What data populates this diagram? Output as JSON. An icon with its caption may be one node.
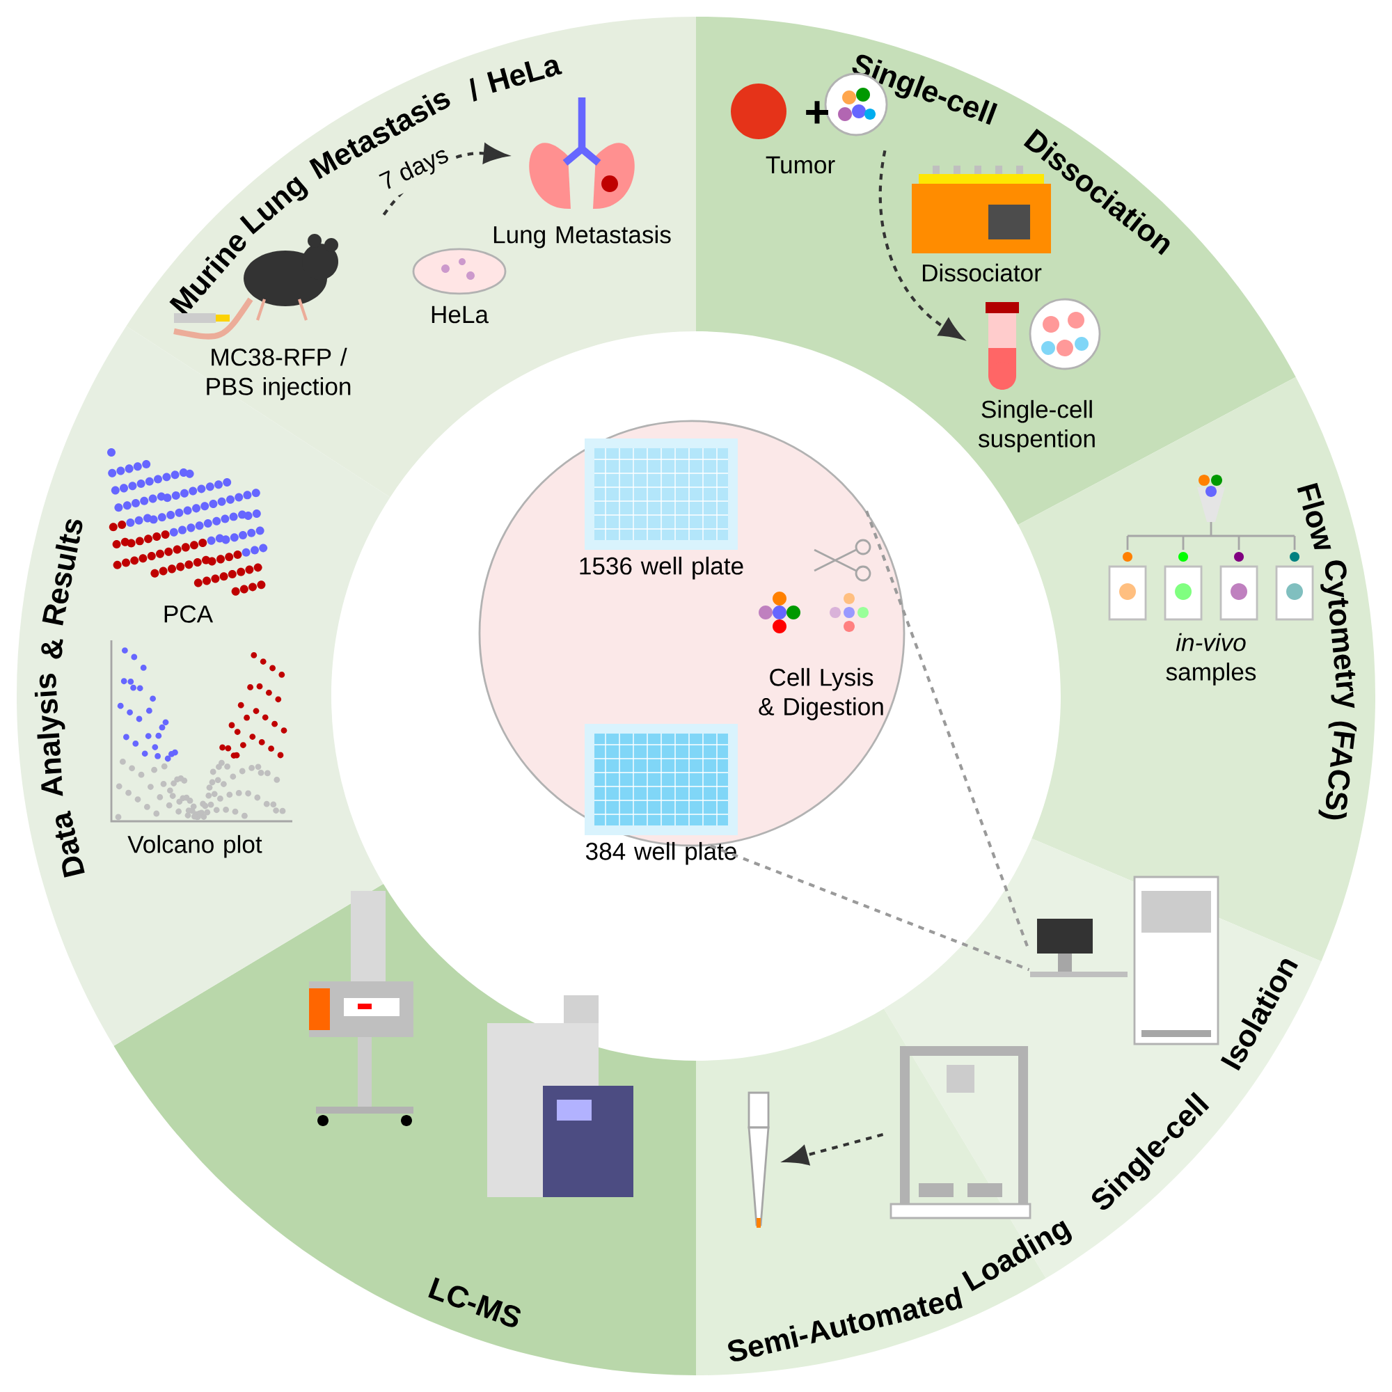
{
  "diagram": {
    "nodes": [
      {
        "text": [
          "Murine Lung Metastasis / HeLa"
        ]
      },
      {
        "text": [
          "MC38-RFP / PBS injection"
        ],
        "in": 0
      },
      {
        "text": [
          "Lung Metastasis"
        ],
        "in": 0
      },
      {
        "text": [
          "HeLa"
        ],
        "in": 0
      },
      {
        "text": [
          "Single-cell Dissociation"
        ]
      },
      {
        "text": [
          "Tumor"
        ],
        "in": 4
      },
      {
        "text": [
          "Dissociator"
        ],
        "in": 4
      },
      {
        "text": [
          "Single-cell suspention"
        ],
        "in": 4
      },
      {
        "text": [
          "Flow Cytometry (FACS)"
        ]
      },
      {
        "text": [
          "*in-vivo* samples"
        ],
        "in": 8
      },
      {
        "text": [
          "Single-cell Isolation"
        ]
      },
      {
        "text": [],
        "shape": "picture",
        "in": 10
      },
      {
        "text": [
          "Semi-Automated Loading"
        ]
      },
      {
        "text": [],
        "shape": "picture",
        "in": 12
      },
      {
        "text": [],
        "shape": "picture",
        "in": 12
      },
      {
        "text": [
          "LC-MS"
        ]
      },
      {
        "text": [],
        "shape": "picture",
        "in": 15
      },
      {
        "text": [],
        "shape": "picture",
        "in": 15
      },
      {
        "text": [
          "Data Analysis & Results"
        ]
      },
      {
        "text": [
          "PCA"
        ],
        "in": 18
      },
      {
        "text": [
          "Volcano plot"
        ],
        "in": 18
      },
      {
        "text": [],
        "shape": "circle"
      },
      {
        "text": [
          "1536 well plate"
        ],
        "in": 21
      },
      {
        "text": [
          "384 well plate"
        ],
        "in": 21
      },
      {
        "text": [
          "Cell Lysis & Digestion"
        ],
        "in": 21
      }
    ],
    "edges": [
      {
        "from": 1,
        "to": 2,
        "arrow": "to",
        "style": "dashed",
        "label": "7 days"
      },
      {
        "from": 5,
        "to": 7,
        "arrow": "to",
        "style": "dashed"
      },
      {
        "from": 14,
        "to": 13,
        "arrow": "to",
        "style": "dashed"
      },
      {
        "from": 21,
        "to": 11,
        "arrow": "none",
        "style": "dashed",
        "color": "#9a9a9a"
      },
      {
        "from": 21,
        "to": 11,
        "arrow": "none",
        "style": "dashed",
        "color": "#9a9a9a"
      }
    ],
    "labels": [
      "+"
    ]
  }
}
